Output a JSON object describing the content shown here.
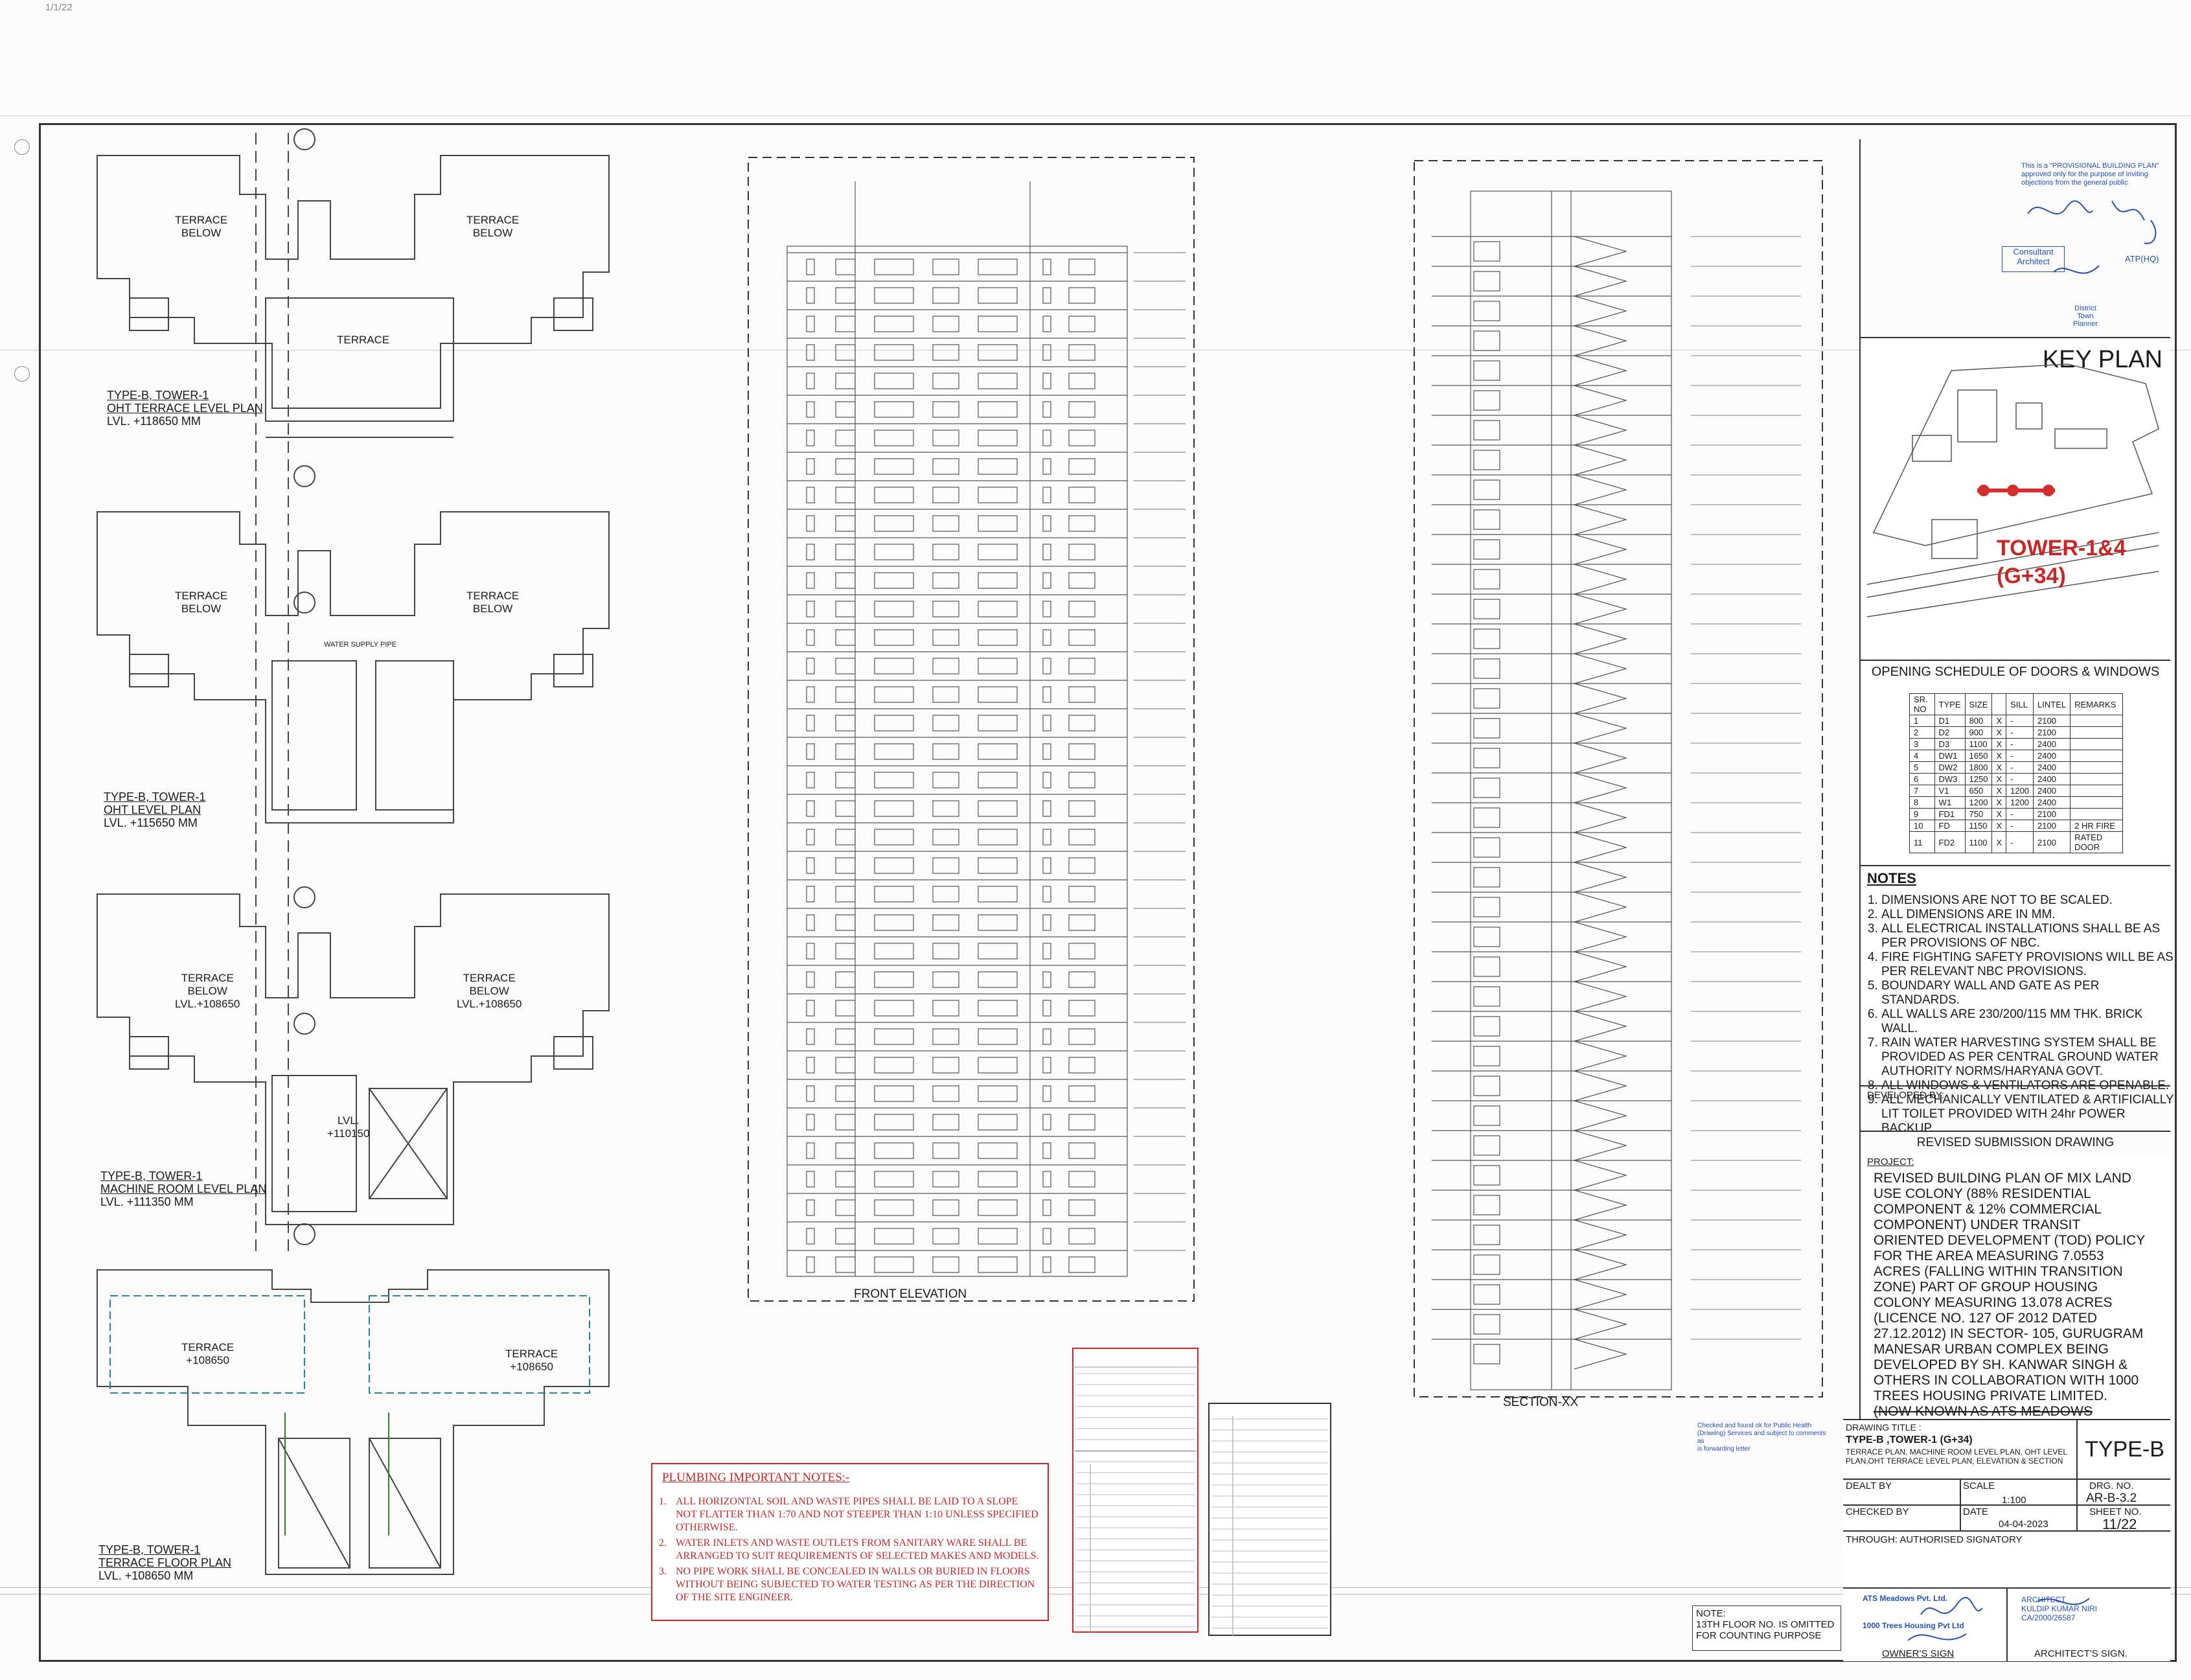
{
  "corner_mark": "1/1/22",
  "plans": [
    {
      "title_l1": "TYPE-B, TOWER-1",
      "title_l2": "OHT TERRACE LEVEL PLAN",
      "title_l3": "LVL. +118650 MM",
      "left_label": "TERRACE\nBELOW",
      "right_label": "TERRACE\nBELOW",
      "center_label": "TERRACE"
    },
    {
      "title_l1": "TYPE-B, TOWER-1",
      "title_l2": "OHT LEVEL PLAN",
      "title_l3": "LVL. +115650 MM",
      "left_label": "TERRACE\nBELOW",
      "right_label": "TERRACE\nBELOW",
      "center_label": "WATER SUPPLY PIPE"
    },
    {
      "title_l1": "TYPE-B, TOWER-1",
      "title_l2": "MACHINE ROOM LEVEL PLAN",
      "title_l3": "LVL. +111350 MM",
      "left_label": "TERRACE\nBELOW\nLVL.+108650",
      "right_label": "TERRACE\nBELOW\nLVL.+108650",
      "center_label": "LVL.\n+110150"
    },
    {
      "title_l1": "TYPE-B, TOWER-1",
      "title_l2": "TERRACE FLOOR PLAN",
      "title_l3": "LVL. +108650 MM",
      "left_label": "TERRACE\n+108650",
      "right_label": "TERRACE\n+108650",
      "center_label": ""
    }
  ],
  "front_elevation_label": "FRONT ELEVATION",
  "section_label": "SECTION-XX",
  "plumbing": {
    "heading": "PLUMBING IMPORTANT NOTES:-",
    "notes": [
      "ALL HORIZONTAL SOIL AND WASTE PIPES SHALL BE LAID TO A SLOPE NOT FLATTER THAN 1:70 AND NOT STEEPER THAN 1:10 UNLESS SPECIFIED OTHERWISE.",
      "WATER INLETS AND WASTE OUTLETS FROM SANITARY WARE SHALL BE ARRANGED TO SUIT REQUIREMENTS OF SELECTED MAKES AND MODELS.",
      "NO PIPE WORK SHALL BE CONCEALED IN WALLS OR BURIED IN FLOORS WITHOUT BEING SUBJECTED TO WATER TESTING AS PER THE DIRECTION OF THE SITE ENGINEER."
    ]
  },
  "floor_note": {
    "l1": "NOTE:",
    "l2": "13TH FLOOR NO. IS OMITTED",
    "l3": "FOR COUNTING PURPOSE"
  },
  "stamp_top": {
    "l1": "This is a \"PROVISIONAL BUILDING PLAN\"",
    "l2": "approved only for the purpose of inviting",
    "l3": "objections from the general public",
    "consultant": "Consultant\nArchitect",
    "atp": "ATP(HQ)",
    "district": "District\nTown\nPlanner"
  },
  "key_plan": {
    "title": "KEY PLAN",
    "tower_l1": "TOWER-1&4",
    "tower_l2": "(G+34)"
  },
  "schedule": {
    "title": "OPENING SCHEDULE OF DOORS & WINDOWS",
    "headers": [
      "SR. NO",
      "TYPE",
      "SIZE",
      "",
      "SILL",
      "LINTEL",
      "REMARKS"
    ],
    "rows": [
      [
        "1",
        "D1",
        "800",
        "X",
        "-",
        "2100",
        ""
      ],
      [
        "2",
        "D2",
        "900",
        "X",
        "-",
        "2100",
        ""
      ],
      [
        "3",
        "D3",
        "1100",
        "X",
        "-",
        "2400",
        ""
      ],
      [
        "4",
        "DW1",
        "1650",
        "X",
        "-",
        "2400",
        ""
      ],
      [
        "5",
        "DW2",
        "1800",
        "X",
        "-",
        "2400",
        ""
      ],
      [
        "6",
        "DW3",
        "1250",
        "X",
        "-",
        "2400",
        ""
      ],
      [
        "7",
        "V1",
        "650",
        "X",
        "1200",
        "2400",
        ""
      ],
      [
        "8",
        "W1",
        "1200",
        "X",
        "1200",
        "2400",
        ""
      ],
      [
        "9",
        "FD1",
        "750",
        "X",
        "-",
        "2100",
        ""
      ],
      [
        "10",
        "FD",
        "1150",
        "X",
        "-",
        "2100",
        "2 HR FIRE"
      ],
      [
        "11",
        "FD2",
        "1100",
        "X",
        "-",
        "2100",
        "RATED DOOR"
      ]
    ]
  },
  "notes": {
    "title": "NOTES",
    "items": [
      "DIMENSIONS ARE NOT TO BE SCALED.",
      "ALL DIMENSIONS ARE IN MM.",
      "ALL ELECTRICAL INSTALLATIONS SHALL BE AS PER PROVISIONS OF NBC.",
      "FIRE FIGHTING SAFETY PROVISIONS WILL BE AS PER RELEVANT NBC PROVISIONS.",
      "BOUNDARY WALL AND GATE AS PER STANDARDS.",
      "ALL WALLS ARE 230/200/115 MM THK. BRICK WALL.",
      "RAIN WATER HARVESTING SYSTEM SHALL BE PROVIDED AS PER CENTRAL GROUND WATER AUTHORITY NORMS/HARYANA GOVT.",
      "ALL WINDOWS & VENTILATORS ARE OPENABLE.",
      "ALL MECHANICALLY VENTILATED & ARTIFICIALLY LIT TOILET PROVIDED WITH 24hr POWER BACKUP."
    ]
  },
  "developed_by": "DEVELOPED BY:",
  "revised": "REVISED SUBMISSION DRAWING",
  "project": {
    "label": "PROJECT:",
    "text": "REVISED BUILDING PLAN OF MIX LAND USE COLONY (88% RESIDENTIAL COMPONENT & 12% COMMERCIAL COMPONENT) UNDER TRANSIT ORIENTED DEVELOPMENT (TOD) POLICY FOR THE AREA MEASURING 7.0553 ACRES (FALLING WITHIN TRANSITION ZONE) PART OF GROUP HOUSING COLONY MEASURING 13.078 ACRES (LICENCE NO. 127 OF 2012 DATED 27.12.2012) IN SECTOR- 105, GURUGRAM MANESAR URBAN COMPLEX BEING DEVELOPED BY SH. KANWAR SINGH & OTHERS IN COLLABORATION WITH 1000 TREES HOUSING PRIVATE LIMITED.",
    "struck": "(NOW KNOWN AS ATS MEADOWS PRIVATE LIMITED)"
  },
  "title_block": {
    "drawing_title_label": "DRAWING TITLE :",
    "drawing_title": "TYPE-B ,TOWER-1 (G+34)",
    "drawing_sub": "TERRACE PLAN, MACHINE ROOM LEVEL PLAN, OHT LEVEL PLAN,OHT TERRACE LEVEL PLAN, ELEVATION & SECTION",
    "type": "TYPE-B",
    "dealt_by": "DEALT BY",
    "scale_label": "SCALE",
    "scale": "1:100",
    "drg_no_label": "DRG. NO.",
    "drg_no": "AR-B-3.2",
    "checked_by": "CHECKED BY",
    "date_label": "DATE",
    "date": "04-04-2023",
    "sheet_label": "SHEET NO.",
    "sheet": "11/22",
    "through": "THROUGH:    AUTHORISED SIGNATORY",
    "owner_sign": "OWNER'S SIGN",
    "architect_sign": "ARCHITECT'S SIGN.",
    "owner_stamp": "ATS Meadows Pvt. Ltd.",
    "trees_stamp": "1000 Trees Housing Pvt Ltd",
    "arch_stamp": "ARCHITECT\nKULDIP KUMAR NIRI\nCA/2000/26587"
  },
  "public_health_stamp": "Checked and found ok for Public Health\n(Drawing) Services and subject to comments as\nis forwarding letter"
}
